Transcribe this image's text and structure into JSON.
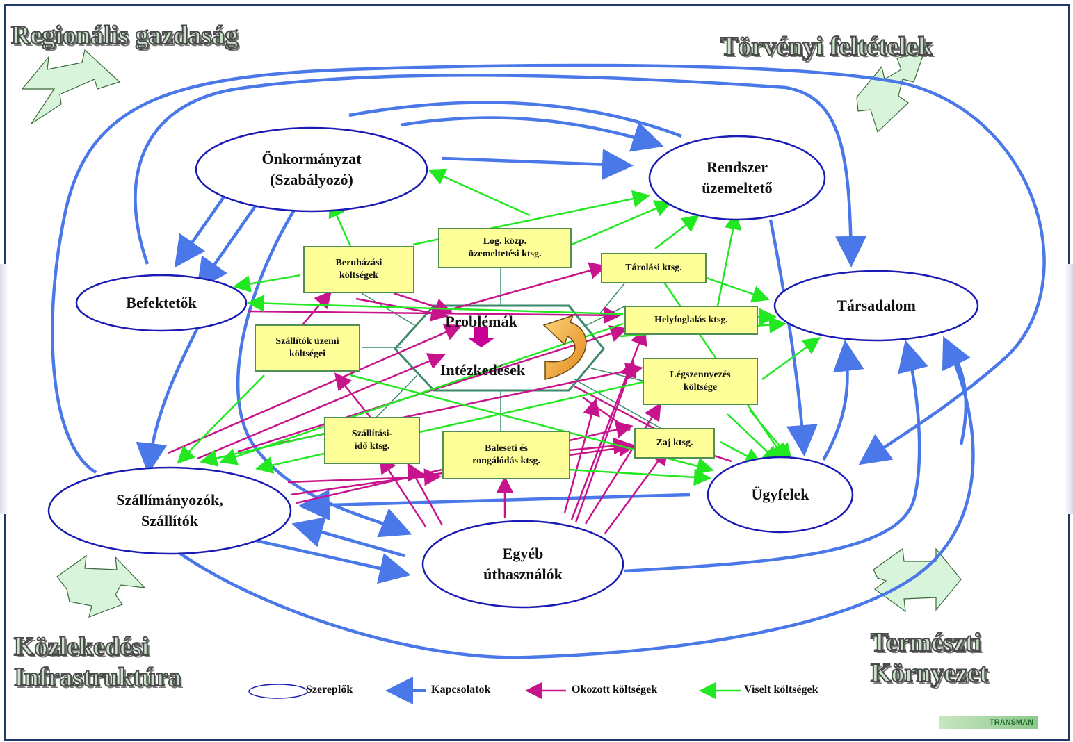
{
  "corners": {
    "top_left": "Regionális gazdaság",
    "top_right": "Törvényi feltételek",
    "bottom_left": "Közlekedési\nInfrastruktúra",
    "bottom_right": "Természti\nKörnyezet"
  },
  "actors": {
    "onkormanyzat": "Önkormányzat\n(Szabályozó)",
    "rendszer": "Rendszer\nüzemeltető",
    "befektetok": "Befektetők",
    "tarsadalom": "Társadalom",
    "szallitmanyozok": "Szállímányozók,\nSzállítók",
    "ugyfelek": "Ügyfelek",
    "egyeb": "Egyéb\núthasználók"
  },
  "costs": {
    "beruhazasi": "Beruházási\nköltségek",
    "log_kozp": "Log. közp.\nüzemeltetési ktsg.",
    "tarolasi": "Tárolási ktsg.",
    "helyfoglalas": "Helyfoglalás ktsg.",
    "szallitok_uzemi": "Szállítók üzemi\nköltségei",
    "legszennyezes": "Légszennyezés\nköltsége",
    "szallitasi_ido": "Szállítási-\nidő ktsg.",
    "baleseti": "Baleseti és\nrongálódás ktsg.",
    "zaj": "Zaj ktsg."
  },
  "center": {
    "problemak": "Problémák",
    "intezkedesek": "Intézkedések"
  },
  "legend": {
    "actors": "Szereplők",
    "relations": "Kapcsolatok",
    "caused": "Okozott költségek",
    "borne": "Viselt költségek"
  },
  "logo": "TRANSMAN",
  "colors": {
    "relation_blue": "#4a78e8",
    "caused_magenta": "#c8148c",
    "borne_green": "#22e822",
    "actor_outline": "#1a1ab4",
    "cost_fill": "#ffff99",
    "cost_border": "#4f8f53",
    "hex_border": "#3a8a6a",
    "corner_arrow_fill": "#d8f5dc"
  }
}
